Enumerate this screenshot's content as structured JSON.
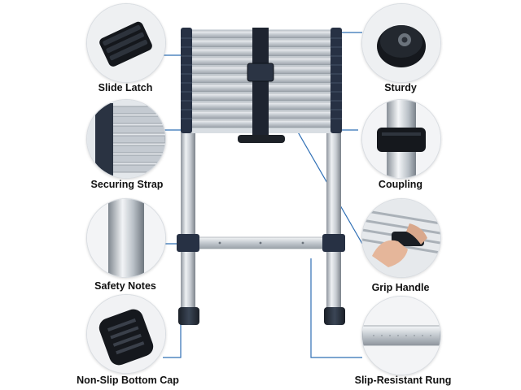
{
  "features": [
    {
      "key": "slide_latch",
      "label": "Slide Latch"
    },
    {
      "key": "securing_strap",
      "label": "Securing Strap"
    },
    {
      "key": "safety_notes",
      "label": "Safety Notes"
    },
    {
      "key": "non_slip_cap",
      "label": "Non-Slip Bottom Cap"
    },
    {
      "key": "sturdy",
      "label": "Sturdy"
    },
    {
      "key": "coupling",
      "label": "Coupling"
    },
    {
      "key": "grip_handle",
      "label": "Grip Handle"
    },
    {
      "key": "slip_resistant_rung",
      "label": "Slip-Resistant Rung"
    }
  ],
  "colors": {
    "connector_line": "#2f6fb5",
    "rail_metal": "#c9cfd6",
    "cap_black": "#1d2127",
    "cap_blue": "#2a3342"
  },
  "icons": [
    "latch-icon",
    "strap-icon",
    "tube-icon",
    "foot-cap-icon",
    "foot-pad-icon",
    "coupling-icon",
    "handle-icon",
    "rung-icon"
  ]
}
